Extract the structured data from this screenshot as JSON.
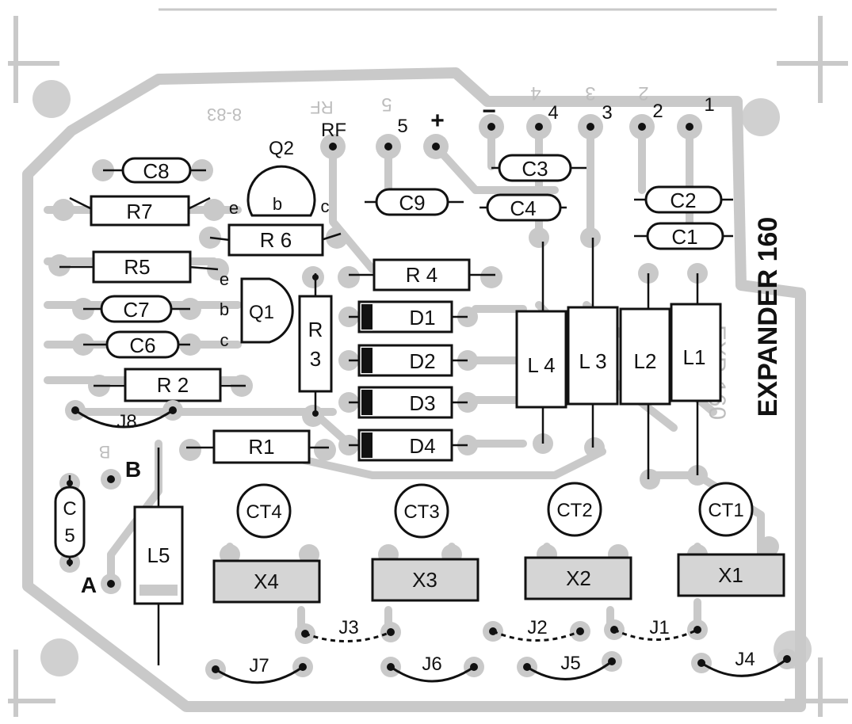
{
  "board": {
    "title": "EXPANDER 160",
    "date_mirror": "8-83",
    "colors": {
      "trace": "#c9c9c9",
      "ink": "#111111",
      "board": "#ffffff"
    }
  },
  "terminals": {
    "rf": "RF",
    "t5": "5",
    "plus": "+",
    "minus": "−",
    "t4": "4",
    "t3": "3",
    "t2": "2",
    "t1": "1"
  },
  "mirrored": {
    "rf": "RF",
    "t5": "5",
    "t4": "4",
    "t3": "3",
    "t2": "2",
    "side": "EXP-160",
    "b": "B"
  },
  "points": {
    "a": "A",
    "b": "B"
  },
  "transistors": {
    "q1": {
      "name": "Q1",
      "e": "e",
      "b": "b",
      "c": "c"
    },
    "q2": {
      "name": "Q2",
      "e": "e",
      "b": "b",
      "c": "c"
    }
  },
  "capacitors": {
    "c1": "C1",
    "c2": "C2",
    "c3": "C3",
    "c4": "C4",
    "c6": "C6",
    "c7": "C7",
    "c8": "C8",
    "c9": "C9",
    "c5a": "C",
    "c5b": "5"
  },
  "resistors": {
    "r1": "R1",
    "r2": "R 2",
    "r3a": "R",
    "r3b": "3",
    "r4": "R 4",
    "r5": "R5",
    "r6": "R 6",
    "r7": "R7"
  },
  "diodes": {
    "d1": "D1",
    "d2": "D2",
    "d3": "D3",
    "d4": "D4"
  },
  "inductors": {
    "l1": "L1",
    "l2": "L2",
    "l3": "L 3",
    "l4": "L 4",
    "l5": "L5"
  },
  "trimmers": {
    "ct1": "CT1",
    "ct2": "CT2",
    "ct3": "CT3",
    "ct4": "CT4"
  },
  "crystals": {
    "x1": "X1",
    "x2": "X2",
    "x3": "X3",
    "x4": "X4"
  },
  "jumpers": {
    "j1": "J1",
    "j2": "J2",
    "j3": "J3",
    "j4": "J4",
    "j5": "J5",
    "j6": "J6",
    "j7": "J7",
    "j8": "J8"
  }
}
